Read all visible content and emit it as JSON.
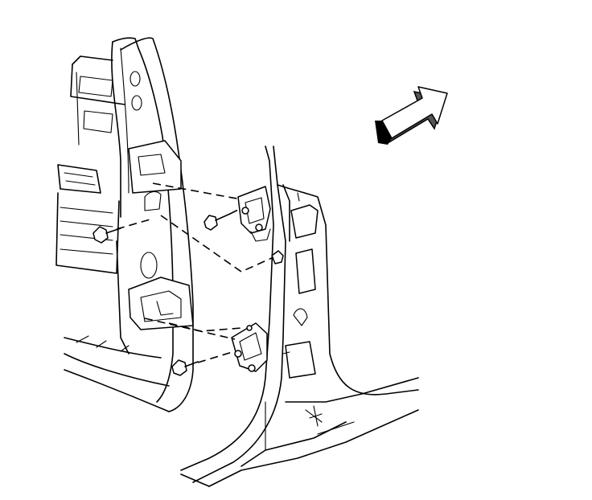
{
  "figure": {
    "kind": "exploded-view line illustration",
    "parts": [
      "door-hinge-upper",
      "door-hinge-lower",
      "hinge-bolts",
      "door",
      "body-pillar"
    ],
    "icons": [
      "front-direction-arrow-icon"
    ],
    "colors": {
      "line": "#000000",
      "background": "#ffffff",
      "arrow_shade": "#555555"
    }
  }
}
